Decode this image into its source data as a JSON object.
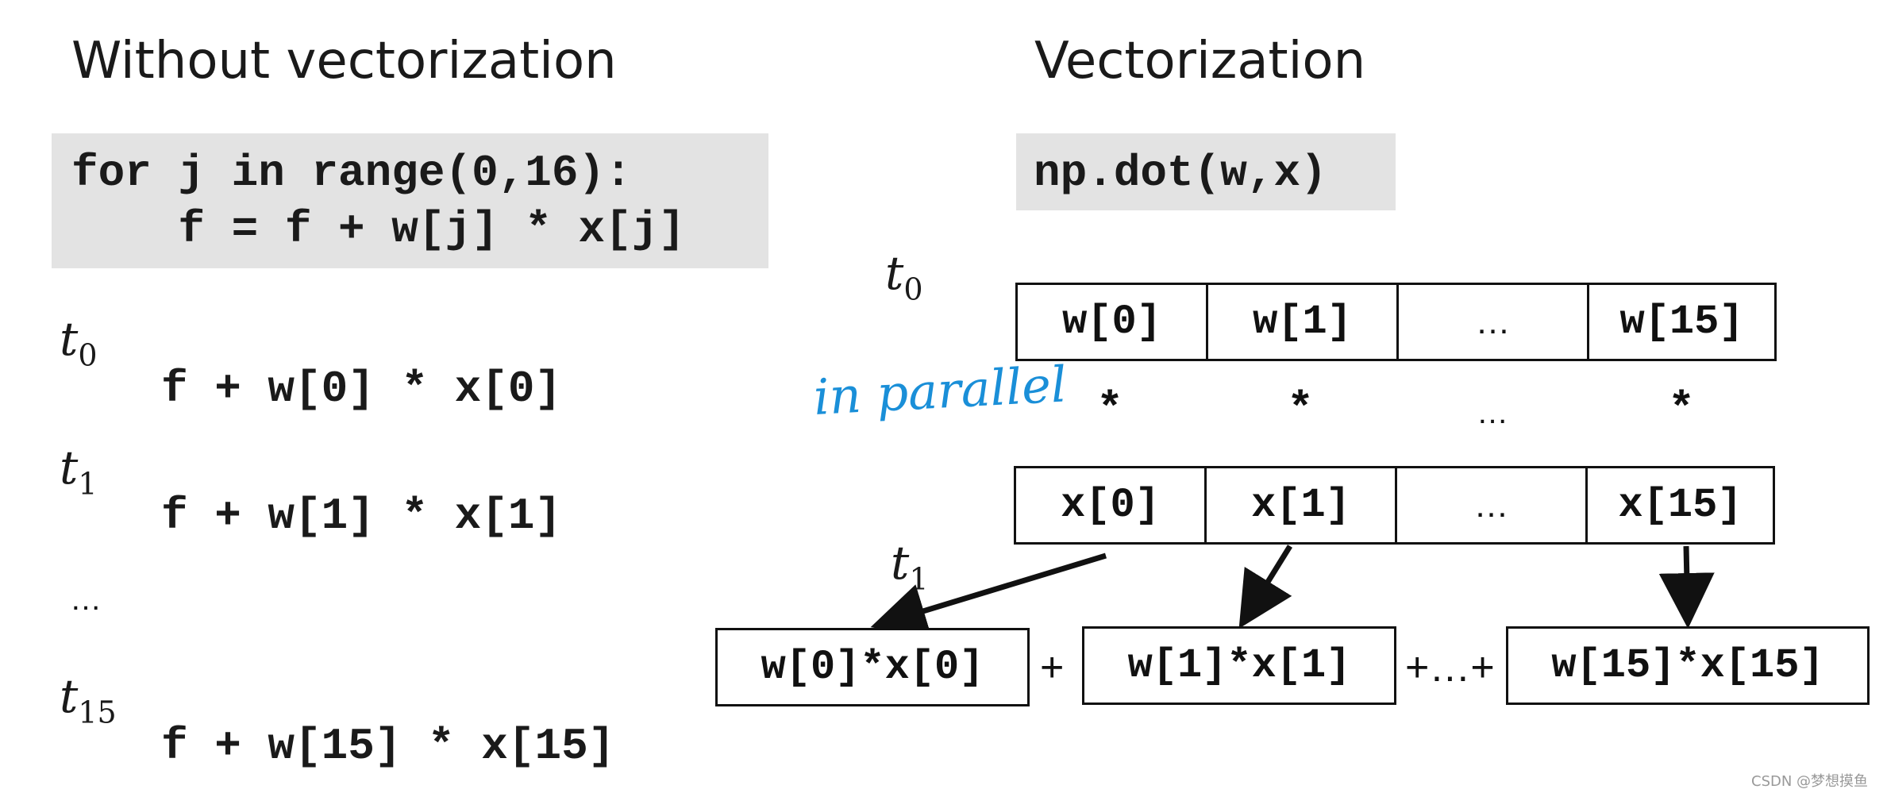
{
  "left": {
    "heading": "Without vectorization",
    "code_line1": "for j in range(0,16):",
    "code_line2": "    f = f + w[j] * x[j]",
    "steps": [
      {
        "t": "t",
        "sub": "0",
        "expr": "f + w[0] * x[0]"
      },
      {
        "t": "t",
        "sub": "1",
        "expr": "f + w[1] * x[1]"
      },
      {
        "t": "t",
        "sub": "15",
        "expr": "f + w[15] * x[15]"
      }
    ],
    "ellipsis": "…"
  },
  "right": {
    "heading": "Vectorization",
    "code": "np.dot(w,x)",
    "t0": {
      "t": "t",
      "sub": "0"
    },
    "t1": {
      "t": "t",
      "sub": "1"
    },
    "w_cells": [
      "w[0]",
      "w[1]",
      "…",
      "w[15]"
    ],
    "x_cells": [
      "x[0]",
      "x[1]",
      "…",
      "x[15]"
    ],
    "stars": [
      "*",
      "*",
      "…",
      "*"
    ],
    "handwriting": "in parallel",
    "products": [
      "w[0]*x[0]",
      "w[1]*x[1]",
      "w[15]*x[15]"
    ],
    "plus1": "+",
    "plus2": "+…+"
  },
  "watermark": "CSDN @梦想摸鱼",
  "colors": {
    "code_bg": "#e3e3e3",
    "handwriting": "#1a8fd8",
    "ink": "#111111"
  }
}
